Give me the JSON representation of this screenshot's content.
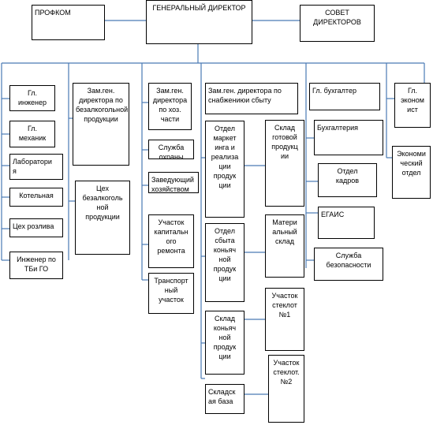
{
  "boxes": {
    "profkom": "ПРОФКОМ",
    "gen_director": "ГЕНЕРАЛЬНЫЙ ДИРЕКТОР",
    "board": "СОВЕТ\nДИРЕКТОРОВ",
    "chief_engineer": "Гл.\nинженер",
    "chief_mechanic": "Гл.\nмеханик",
    "laboratory": "Лаборатори\nя",
    "boiler_room": "Котельная",
    "bottling_shop": "Цех розлива",
    "safety_engineer": "Инженер по\nТБи ГО",
    "deputy_nonalc": "Зам.ген.\nдиректора по\nбезалкогольной\nпродукции",
    "nonalc_shop": "Цех\nбезалкоголь\nной\nпродукции",
    "deputy_admin": "Зам.ген.\nдиректора\nпо хоз.\nчасти",
    "security": "Служба\nохраны",
    "head_household": "Заведующий\nхозяйством",
    "capital_repair": "Участок\nкапитальн\nого\nремонта",
    "transport": "Транспорт\nный\nучасток",
    "deputy_supply": "Зам.ген. директора по\nснабжениюи сбыту",
    "marketing": "Отдел\nмаркет\nинга и\nреализа\nции\nпродук\nции",
    "brandy_sales": "Отдел\nсбыта\nконьяч\nной\nпродук\nции",
    "brandy_warehouse": "Склад\nконьяч\nной\nпродук\nции",
    "warehouse_base": "Складск\nая база",
    "finished_goods": "Склад\nготовой\nпродукц\nии",
    "materials_warehouse": "Матери\nальный\nсклад",
    "glass_1": "Участок\nстеклот\n№1",
    "glass_2": "Участок\nстеклот.\n№2",
    "chief_accountant": "Гл. бухгалтер",
    "accounting": "Бухгалтерия",
    "hr": "Отдел\nкадров",
    "egais": "ЕГАИС",
    "security_service": "Служба\nбезопасности",
    "chief_economist": "Гл.\nэконом\nист",
    "economic_dept": "Экономи\nческий\nотдел"
  }
}
